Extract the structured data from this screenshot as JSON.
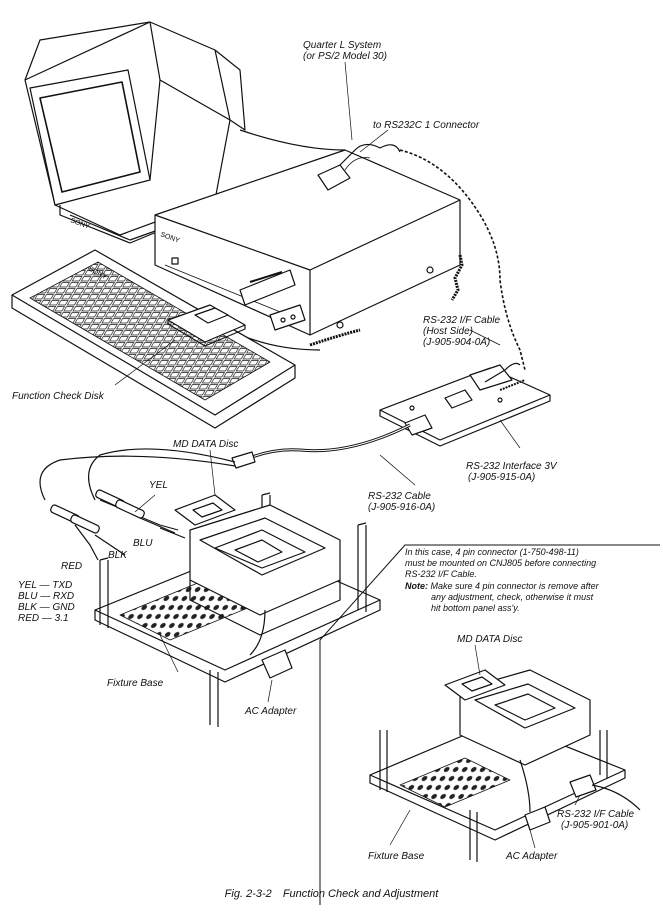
{
  "labels": {
    "quarter_l_system": "Quarter L System",
    "ps2_model": "(or PS/2 Model 30)",
    "rs232c_connector": "to RS232C 1 Connector",
    "host_cable_1": "RS-232 I/F Cable",
    "host_cable_2": "(Host Side)",
    "host_cable_3": "(J-905-904-0A)",
    "function_check_disk": "Function Check Disk",
    "interface_3v_1": "RS-232 Interface 3V",
    "interface_3v_2": "(J-905-915-0A)",
    "md_data_disc": "MD DATA Disc",
    "md_data_disc_2": "MD DATA Disc",
    "rs232_cable_1": "RS-232  Cable",
    "rs232_cable_2": "(J-905-916-0A)",
    "yel": "YEL",
    "blu": "BLU",
    "blk": "BLK",
    "red": "RED",
    "fixture_base": "Fixture Base",
    "fixture_base_2": "Fixture Base",
    "ac_adapter": "AC Adapter",
    "ac_adapter_2": "AC Adapter",
    "if_cable_1": "RS-232 I/F Cable",
    "if_cable_2": "(J-905-901-0A)",
    "brand_monitor": "SONY",
    "brand_computer": "SONY",
    "brand_keyboard": "SONY"
  },
  "legend": [
    "YEL — TXD",
    "BLU — RXD",
    "BLK — GND",
    "RED — 3.1"
  ],
  "note": {
    "line1": "In this case, 4 pin connector (1-750-498-11)",
    "line2": "must be mounted on CNJ805 before connecting",
    "line3": "RS-232 I/F Cable.",
    "bold": "Note:",
    "line4": " Make sure 4 pin connector is remove after",
    "line5": "any adjustment, check, otherwise it must",
    "line6": "hit bottom panel ass'y."
  },
  "caption": {
    "fig": "Fig. 2-3-2",
    "title": "Function Check and Adjustment"
  }
}
